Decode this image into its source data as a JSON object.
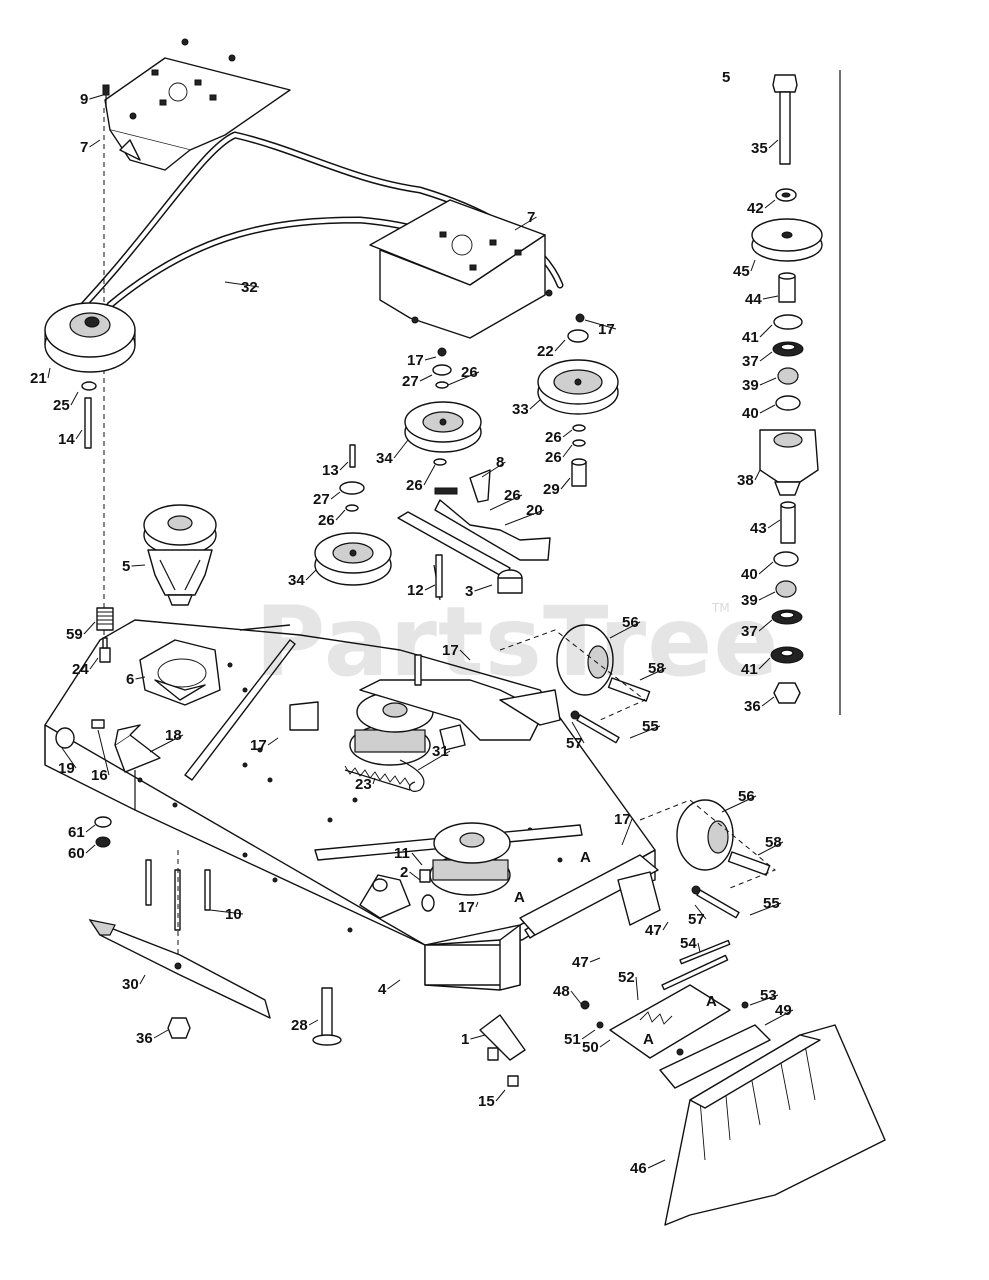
{
  "watermark": {
    "text": "PartsTree",
    "trademark": "TM"
  },
  "callouts": [
    {
      "id": "c-5-top",
      "label": "5"
    },
    {
      "id": "c-9",
      "label": "9"
    },
    {
      "id": "c-7a",
      "label": "7"
    },
    {
      "id": "c-7b",
      "label": "7"
    },
    {
      "id": "c-32",
      "label": "32"
    },
    {
      "id": "c-21",
      "label": "21"
    },
    {
      "id": "c-25",
      "label": "25"
    },
    {
      "id": "c-14",
      "label": "14"
    },
    {
      "id": "c-17a",
      "label": "17"
    },
    {
      "id": "c-22",
      "label": "22"
    },
    {
      "id": "c-17b",
      "label": "17"
    },
    {
      "id": "c-27a",
      "label": "27"
    },
    {
      "id": "c-26a",
      "label": "26"
    },
    {
      "id": "c-33",
      "label": "33"
    },
    {
      "id": "c-34a",
      "label": "34"
    },
    {
      "id": "c-26b",
      "label": "26"
    },
    {
      "id": "c-26c",
      "label": "26"
    },
    {
      "id": "c-13",
      "label": "13"
    },
    {
      "id": "c-8",
      "label": "8"
    },
    {
      "id": "c-26d",
      "label": "26"
    },
    {
      "id": "c-29",
      "label": "29"
    },
    {
      "id": "c-27b",
      "label": "27"
    },
    {
      "id": "c-26e",
      "label": "26"
    },
    {
      "id": "c-26f",
      "label": "26"
    },
    {
      "id": "c-20",
      "label": "20"
    },
    {
      "id": "c-5-spindle",
      "label": "5"
    },
    {
      "id": "c-34b",
      "label": "34"
    },
    {
      "id": "c-12",
      "label": "12"
    },
    {
      "id": "c-3",
      "label": "3"
    },
    {
      "id": "c-59",
      "label": "59"
    },
    {
      "id": "c-24",
      "label": "24"
    },
    {
      "id": "c-6",
      "label": "6"
    },
    {
      "id": "c-17c",
      "label": "17"
    },
    {
      "id": "c-56a",
      "label": "56"
    },
    {
      "id": "c-58a",
      "label": "58"
    },
    {
      "id": "c-18",
      "label": "18"
    },
    {
      "id": "c-19",
      "label": "19"
    },
    {
      "id": "c-16",
      "label": "16"
    },
    {
      "id": "c-17d",
      "label": "17"
    },
    {
      "id": "c-57a",
      "label": "57"
    },
    {
      "id": "c-55a",
      "label": "55"
    },
    {
      "id": "c-31",
      "label": "31"
    },
    {
      "id": "c-23",
      "label": "23"
    },
    {
      "id": "c-61",
      "label": "61"
    },
    {
      "id": "c-60",
      "label": "60"
    },
    {
      "id": "c-17e",
      "label": "17"
    },
    {
      "id": "c-56b",
      "label": "56"
    },
    {
      "id": "c-58b",
      "label": "58"
    },
    {
      "id": "c-11",
      "label": "11"
    },
    {
      "id": "c-2",
      "label": "2"
    },
    {
      "id": "c-A1",
      "label": "A"
    },
    {
      "id": "c-A2",
      "label": "A"
    },
    {
      "id": "c-17f",
      "label": "17"
    },
    {
      "id": "c-10",
      "label": "10"
    },
    {
      "id": "c-57b",
      "label": "57"
    },
    {
      "id": "c-55b",
      "label": "55"
    },
    {
      "id": "c-47a",
      "label": "47"
    },
    {
      "id": "c-54",
      "label": "54"
    },
    {
      "id": "c-30",
      "label": "30"
    },
    {
      "id": "c-4",
      "label": "4"
    },
    {
      "id": "c-47b",
      "label": "47"
    },
    {
      "id": "c-52",
      "label": "52"
    },
    {
      "id": "c-48",
      "label": "48"
    },
    {
      "id": "c-A3",
      "label": "A"
    },
    {
      "id": "c-53",
      "label": "53"
    },
    {
      "id": "c-49",
      "label": "49"
    },
    {
      "id": "c-28",
      "label": "28"
    },
    {
      "id": "c-36a",
      "label": "36"
    },
    {
      "id": "c-1",
      "label": "1"
    },
    {
      "id": "c-51",
      "label": "51"
    },
    {
      "id": "c-50",
      "label": "50"
    },
    {
      "id": "c-A4",
      "label": "A"
    },
    {
      "id": "c-15",
      "label": "15"
    },
    {
      "id": "c-46",
      "label": "46"
    },
    {
      "id": "c-35",
      "label": "35"
    },
    {
      "id": "c-42",
      "label": "42"
    },
    {
      "id": "c-45",
      "label": "45"
    },
    {
      "id": "c-44",
      "label": "44"
    },
    {
      "id": "c-41a",
      "label": "41"
    },
    {
      "id": "c-37a",
      "label": "37"
    },
    {
      "id": "c-39a",
      "label": "39"
    },
    {
      "id": "c-40a",
      "label": "40"
    },
    {
      "id": "c-38",
      "label": "38"
    },
    {
      "id": "c-43",
      "label": "43"
    },
    {
      "id": "c-40b",
      "label": "40"
    },
    {
      "id": "c-39b",
      "label": "39"
    },
    {
      "id": "c-37b",
      "label": "37"
    },
    {
      "id": "c-41b",
      "label": "41"
    },
    {
      "id": "c-36b",
      "label": "36"
    }
  ]
}
